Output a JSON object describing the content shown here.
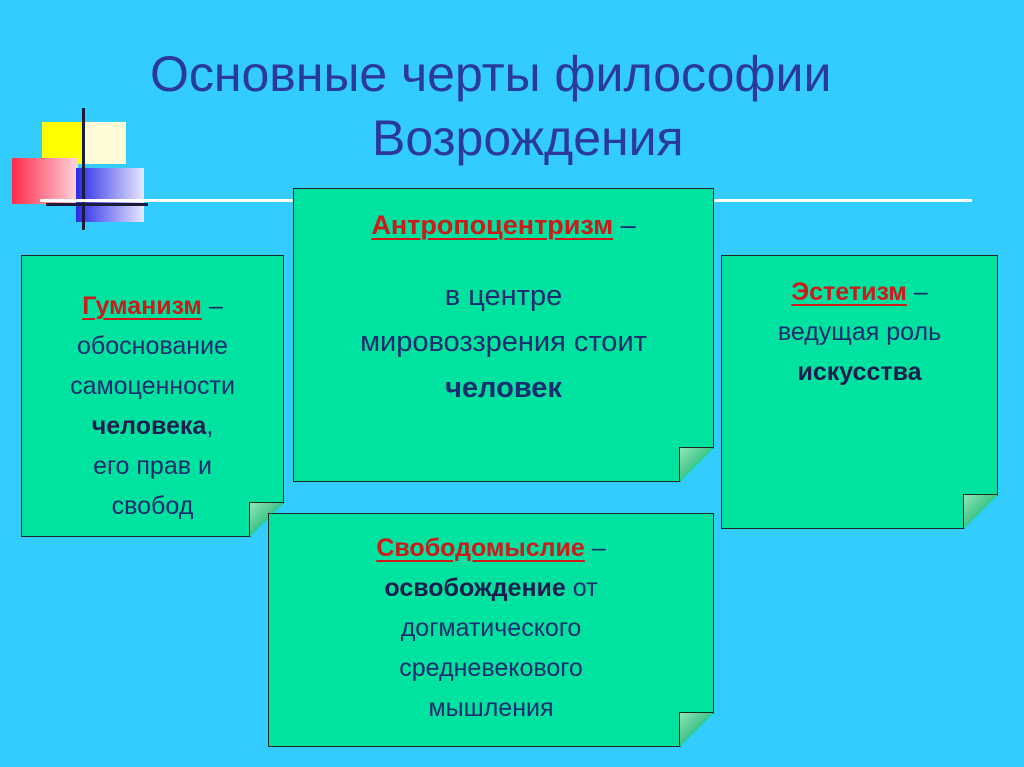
{
  "title": {
    "line1": "Основные черты философии",
    "line2": "Возрождения"
  },
  "colors": {
    "background": "#33ccff",
    "card": "#00e3a0",
    "title": "#2b3a9a",
    "term": "#cc1b1b",
    "text": "#1c2c6e"
  },
  "cards": {
    "anthropocentrism": {
      "term": "Антропоцентризм",
      "dash": " –",
      "line1": "в центре",
      "line2": "мировоззрения стоит",
      "emphasis": "человек"
    },
    "humanism": {
      "term": "Гуманизм",
      "dash": " –",
      "line1": "обоснование",
      "line2": "самоценности",
      "emphasis": "человека",
      "comma": ",",
      "line3": "его прав и",
      "line4": "свобод"
    },
    "aestheticism": {
      "term": "Эстетизм",
      "dash": " –",
      "line1": "ведущая роль",
      "emphasis": "искусства"
    },
    "freethinking": {
      "term": "Свободомыслие",
      "dash": " –",
      "emphasis": "освобождение",
      "after_emphasis": " от",
      "line1": "догматического",
      "line2": "средневекового",
      "line3": "мышления"
    }
  }
}
